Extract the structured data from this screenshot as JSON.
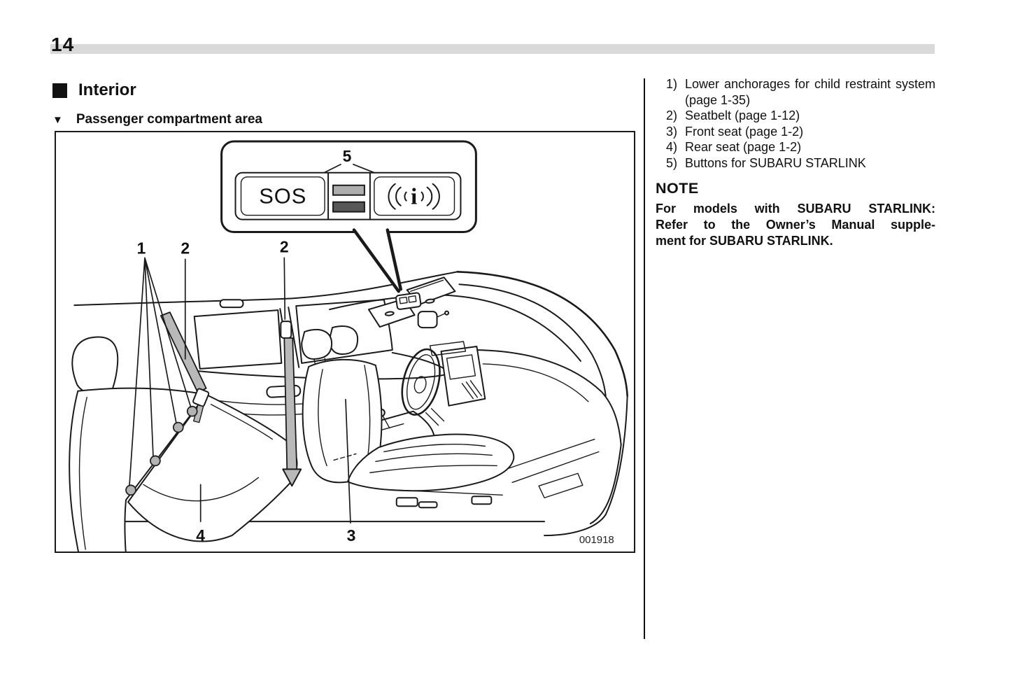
{
  "page": {
    "number": "14"
  },
  "headings": {
    "section": "Interior",
    "section_marker": "■",
    "subsection": "Passenger compartment area",
    "subsection_marker": "▼"
  },
  "figure": {
    "code": "001918",
    "sos_button": "SOS",
    "labels": {
      "anchorages": "1",
      "seatbelt": "2",
      "front_seat": "3",
      "rear_seat": "4",
      "starlink_buttons": "5"
    }
  },
  "legend": {
    "items": [
      {
        "num": "1)",
        "text": "Lower anchorages for child restraint system (page 1-35)"
      },
      {
        "num": "2)",
        "text": "Seatbelt (page 1-12)"
      },
      {
        "num": "3)",
        "text": "Front seat (page 1-2)"
      },
      {
        "num": "4)",
        "text": "Rear seat (page 1-2)"
      },
      {
        "num": "5)",
        "text": "Buttons for SUBARU STARLINK"
      }
    ]
  },
  "note": {
    "title": "NOTE",
    "lines": [
      "For models with SUBARU STARLINK:",
      "Refer to the Owner’s Manual supple-",
      "ment for SUBARU STARLINK."
    ]
  },
  "colors": {
    "header_bar": "#d9d9d9",
    "bar_light": "#aeaeae",
    "bar_dark": "#575757",
    "belt": "#b9b9b9",
    "anchor_dot": "#b3b3b3"
  }
}
